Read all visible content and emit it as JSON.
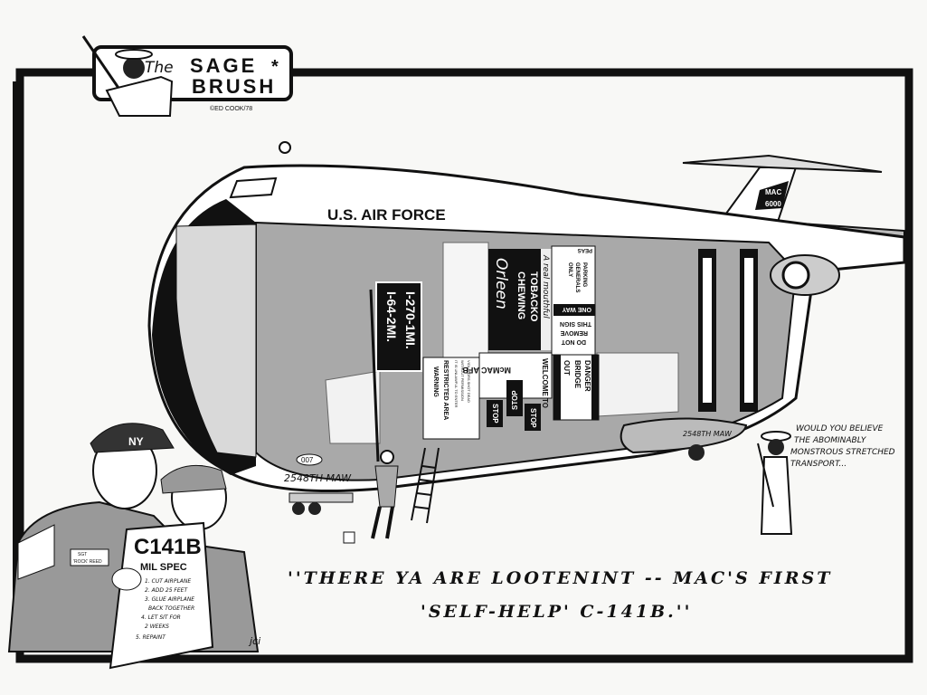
{
  "logo": {
    "the": "The",
    "line1": "SAGE",
    "star": "*",
    "line2": "BRUSH",
    "copyright": "©ED COOK/78"
  },
  "plane": {
    "marking": "U.S. AIR FORCE",
    "tail_code": "MAC",
    "tail_number": "6000",
    "unit_front": "2548TH MAW",
    "unit_pod": "2548TH MAW",
    "nose_tag": "007"
  },
  "signs": {
    "interstate_1": "I-270-1MI.",
    "interstate_2": "I-64-2MI.",
    "brand": "Orleen",
    "tobacco_1": "CHEWING",
    "tobacco_2": "TOBACKO",
    "slogan": "A real mouthful",
    "parking": [
      "PARKING",
      "GENERALS",
      "ONLY"
    ],
    "peas": "PEAS",
    "one_way": "ONE WAY",
    "do_not_remove": [
      "DO NOT",
      "REMOVE",
      "THIS SIGN"
    ],
    "welcome": [
      "WELCOME TO",
      "McMAC AFB"
    ],
    "warning": [
      "WARNING",
      "RESTRICTED AREA",
      "IT IS UNLAWFUL TO ENTER",
      "WITHOUT PERMISSION",
      "VIOLATORS SHOT DEAD"
    ],
    "stop": "STOP",
    "bridge": [
      "BRIDGE",
      "OUT"
    ],
    "danger": "DANGER"
  },
  "speech": [
    "WOULD YOU BELIEVE",
    "THE ABOMINABLY",
    "MONSTROUS STRETCHED",
    "TRANSPORT..."
  ],
  "caption": [
    "''THERE YA ARE LOOTENINT -- MAC'S FIRST",
    "'SELF-HELP' C-141B.''"
  ],
  "spec_sheet": {
    "title": "C141B",
    "subtitle": "MIL SPEC",
    "steps": [
      "1. CUT AIRPLANE",
      "2. ADD 25 FEET",
      "3. GLUE AIRPLANE",
      "BACK TOGETHER",
      "4. LET SIT FOR",
      "2 WEEKS",
      "5. REPAINT"
    ]
  },
  "soldier": {
    "cap_logo": "NY",
    "name_tag": [
      "SGT",
      "'ROCK' REED"
    ]
  },
  "signature": "jci"
}
